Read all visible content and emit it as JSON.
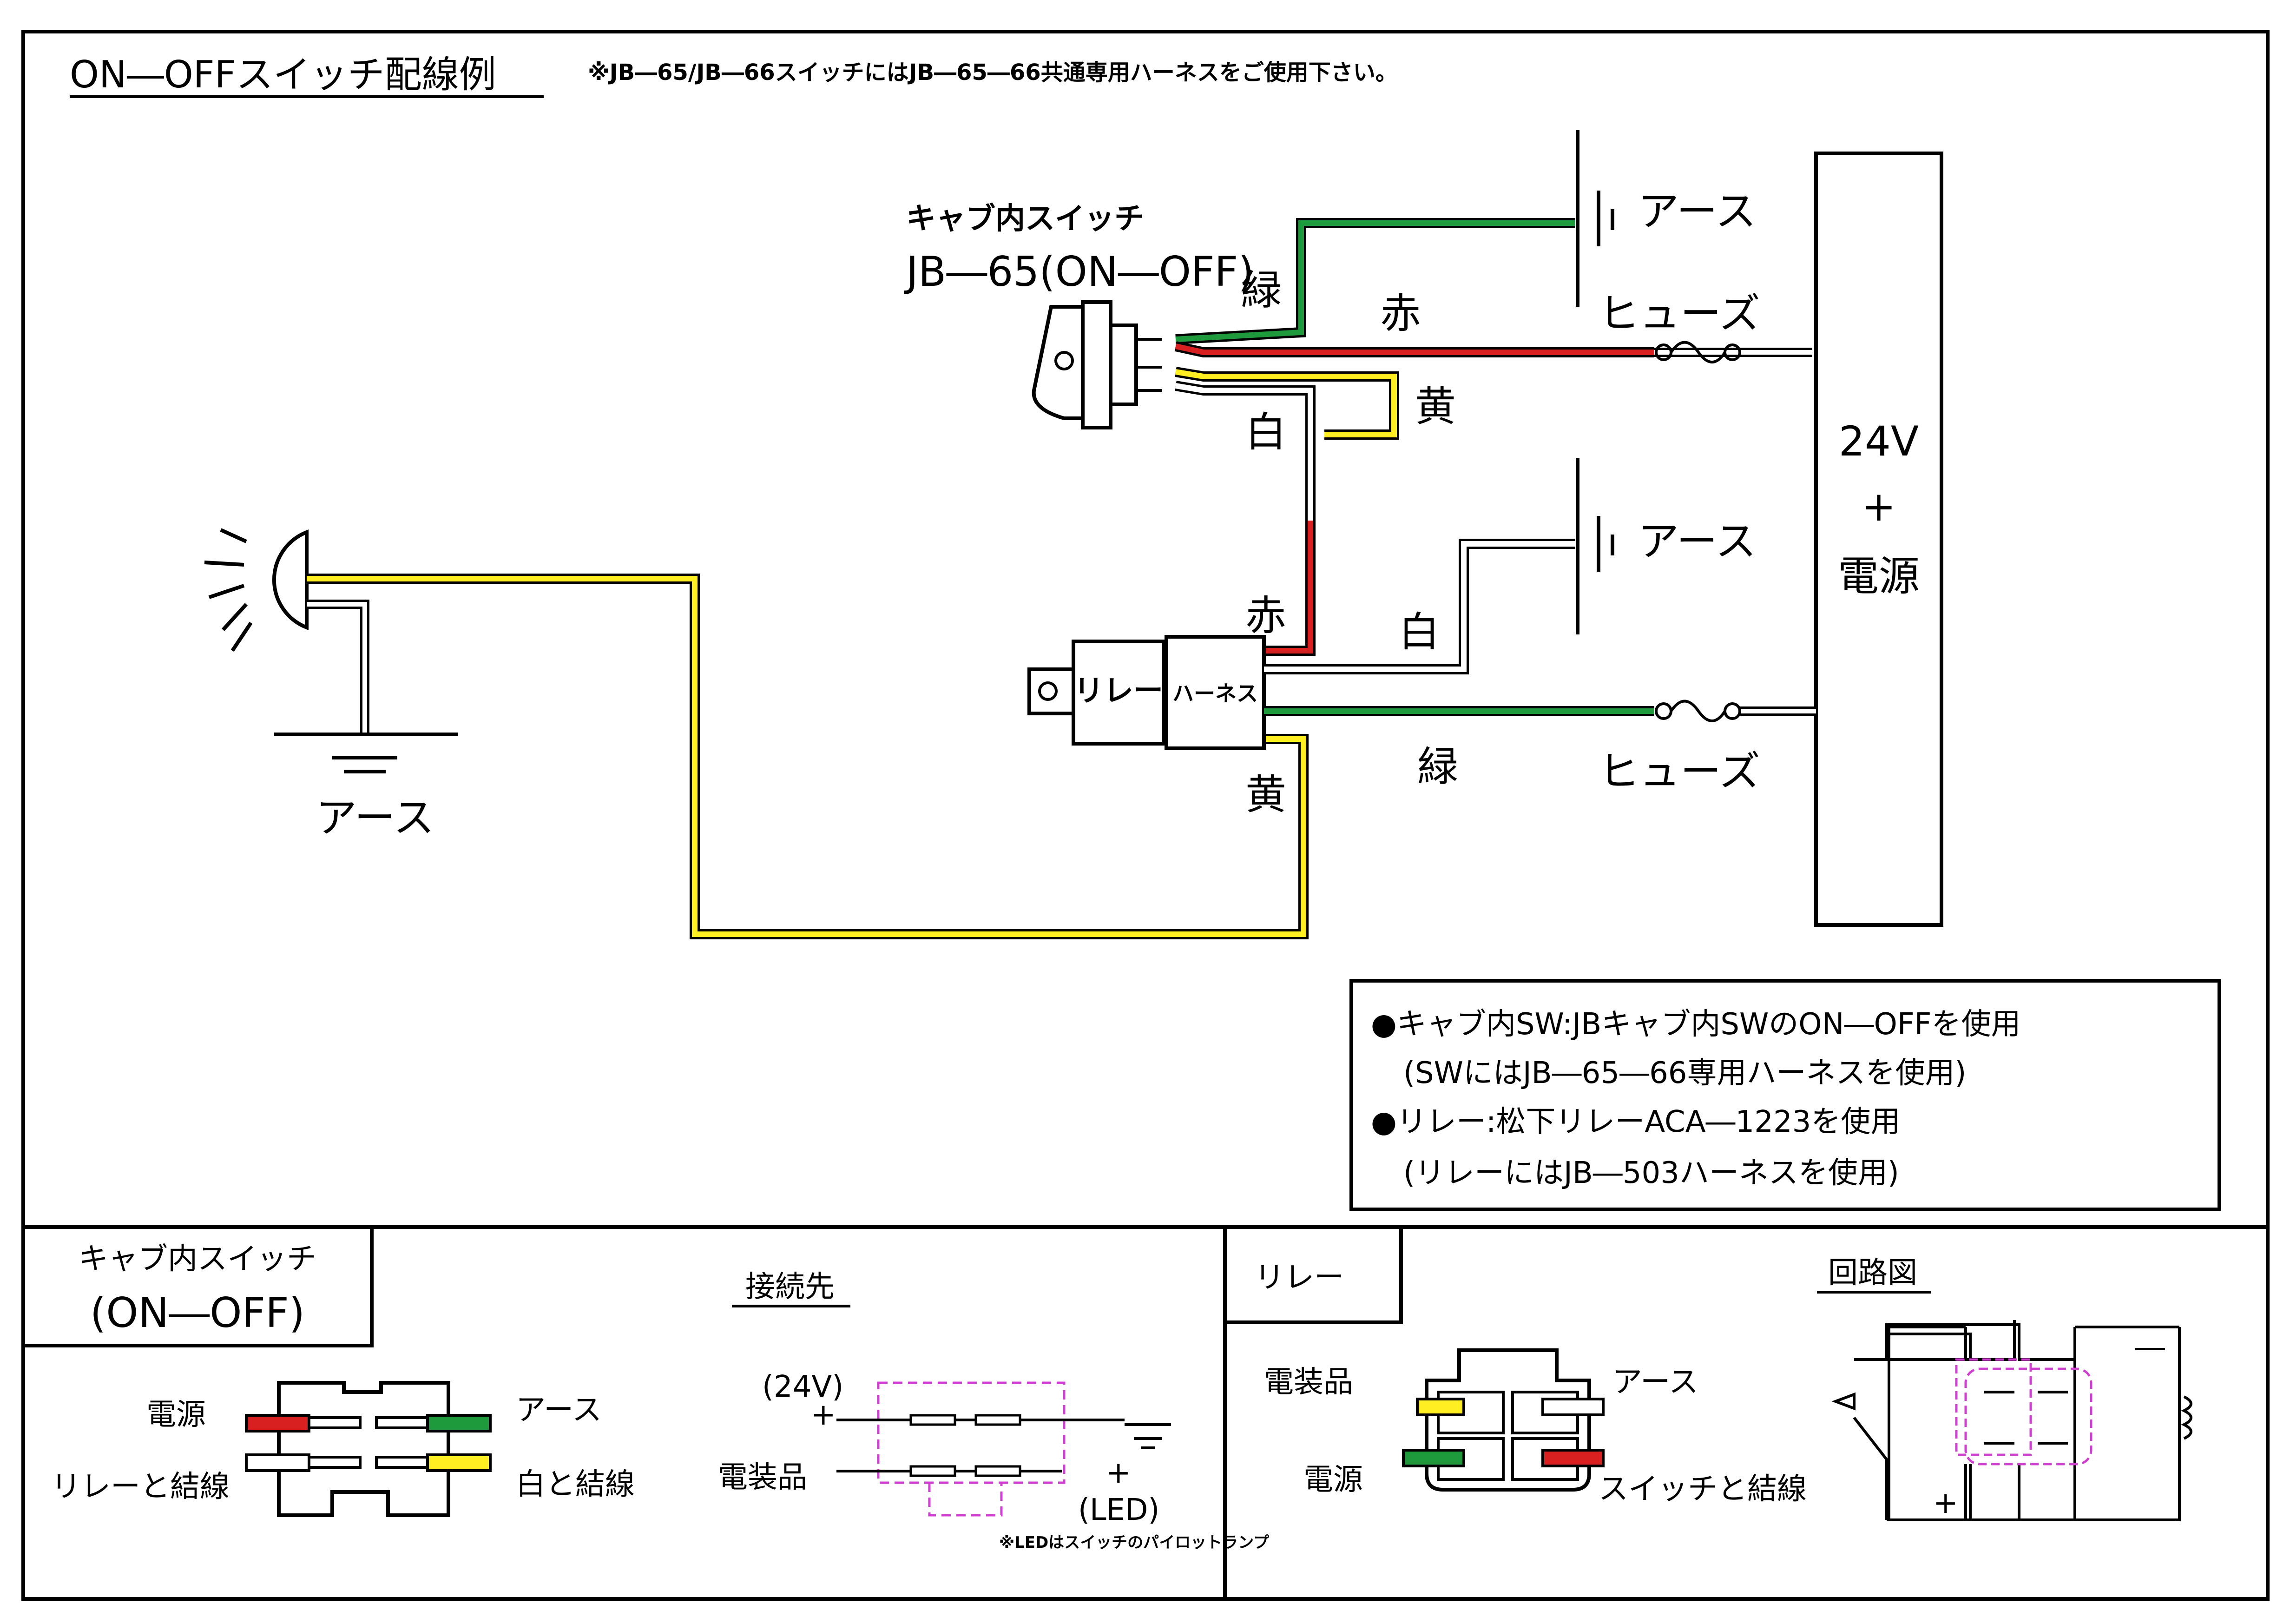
{
  "title": "ON―OFFスイッチ配線例",
  "note": "※JB―65/JB―66スイッチにはJB―65―66共通専用ハーネスをご使用下さい。",
  "diagram": {
    "switch_label_1": "キャブ内スイッチ",
    "switch_label_2": "JB―65(ON―OFF)",
    "wire_green": "緑",
    "wire_red": "赤",
    "wire_yellow": "黄",
    "wire_white": "白",
    "wire_red_2": "赤",
    "wire_white_2": "白",
    "wire_green_2": "緑",
    "wire_yellow_2": "黄",
    "earth_top": "アース",
    "earth_mid": "アース",
    "earth_lamp": "アース",
    "fuse_top": "ヒューズ",
    "fuse_bottom": "ヒューズ",
    "power_voltage": "24V",
    "power_plus": "+",
    "power_label": "電源",
    "relay_label": "リレー",
    "harness_label": "ハーネス"
  },
  "notes_box": {
    "line1": "●キャブ内SW:JBキャブ内SWのON―OFFを使用",
    "line2": "(SWにはJB―65―66専用ハーネスを使用)",
    "line3": "●リレー:松下リレーACA―1223を使用",
    "line4": "(リレーにはJB―503ハーネスを使用)"
  },
  "panel_switch": {
    "header_1": "キャブ内スイッチ",
    "header_2": "(ON―OFF)",
    "label_power": "電源",
    "label_relay": "リレーと結線",
    "label_earth": "アース",
    "label_white": "白と結線"
  },
  "panel_connection": {
    "title": "接続先",
    "label_24v": "(24V)",
    "plus_1": "+",
    "label_equip": "電装品",
    "plus_2": "+",
    "label_led": "(LED)",
    "footnote": "※LEDはスイッチのパイロットランプ"
  },
  "panel_relay": {
    "header": "リレー",
    "circuit_title": "回路図",
    "label_equip": "電装品",
    "label_earth": "アース",
    "label_power": "電源",
    "label_switch": "スイッチと結線",
    "minus": "―",
    "plus": "+"
  },
  "colors": {
    "green": "#1e9a3c",
    "red": "#d82020",
    "yellow": "#ffee22",
    "pink": "#d040d0"
  }
}
